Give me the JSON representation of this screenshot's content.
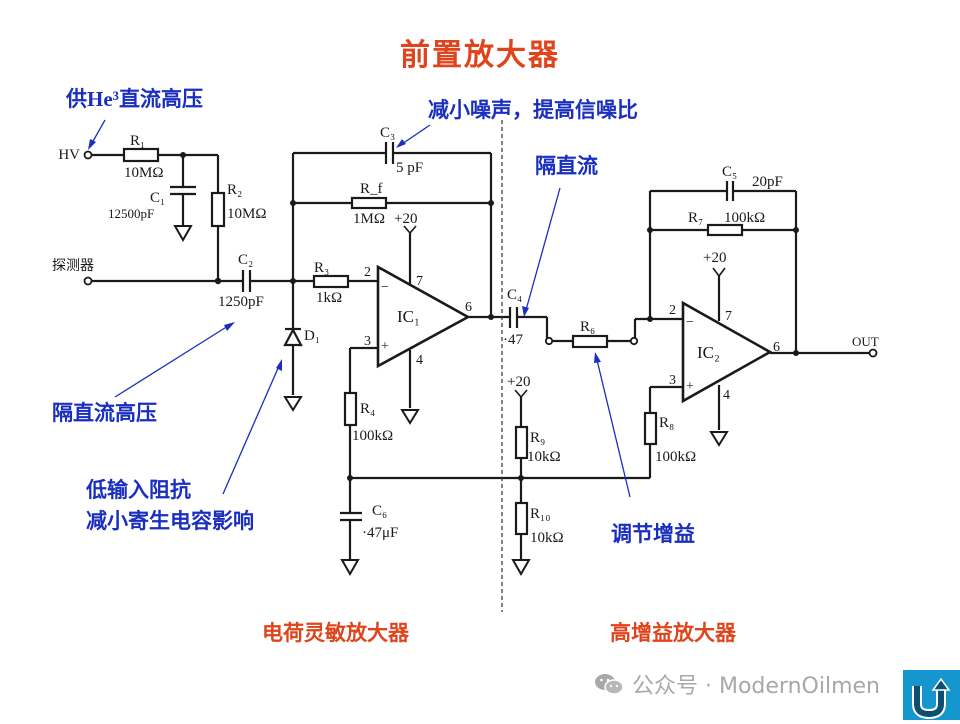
{
  "title": "前置放大器",
  "annotations": {
    "hv_supply_prefix": "供",
    "hv_supply_he": "He³",
    "hv_supply_suffix": "直流高压",
    "noise": "减小噪声，提高信噪比",
    "dc_block": "隔直流",
    "dc_block_hv": "隔直流高压",
    "low_input_1": "低输入阻抗",
    "low_input_2": "减小寄生电容影响",
    "gain_adjust": "调节增益"
  },
  "sections": {
    "left": "电荷灵敏放大器",
    "right": "高增益放大器"
  },
  "circuit": {
    "hv_label": "HV",
    "detector_label": "探测器",
    "out_label": "OUT",
    "components": {
      "R1": {
        "name": "R₁",
        "value": "10MΩ"
      },
      "R2": {
        "name": "R₂",
        "value": "10MΩ"
      },
      "C1": {
        "name": "C₁",
        "value": "12500pF"
      },
      "C2": {
        "name": "C₂",
        "value": "1250pF"
      },
      "C3": {
        "name": "C₃",
        "value": "5  pF"
      },
      "Rf": {
        "name": "R_f",
        "value": "1MΩ"
      },
      "R3": {
        "name": "R₃",
        "value": "1kΩ"
      },
      "D1": {
        "name": "D₁"
      },
      "R4": {
        "name": "R₄",
        "value": "100kΩ"
      },
      "C6": {
        "name": "C₆",
        "value": "·47μF"
      },
      "C4": {
        "name": "C₄",
        "value": "·47"
      },
      "R6": {
        "name": "R₆"
      },
      "C5": {
        "name": "C₅",
        "value": "20pF"
      },
      "R7": {
        "name": "R₇",
        "value": "100kΩ"
      },
      "R8": {
        "name": "R₈",
        "value": "100kΩ"
      },
      "R9": {
        "name": "R₉",
        "value": "10kΩ"
      },
      "R10": {
        "name": "R₁₀",
        "value": "10kΩ"
      }
    },
    "ic1": {
      "name": "IC₁",
      "pin_inv": "2",
      "pin_noninv": "3",
      "pin_out": "6",
      "pin_vplus": "7",
      "pin_vminus": "4",
      "minus": "−",
      "plus": "+"
    },
    "ic2": {
      "name": "IC₂",
      "pin_inv": "2",
      "pin_noninv": "3",
      "pin_out": "6",
      "pin_vplus": "7",
      "pin_vminus": "4",
      "minus": "−",
      "plus": "+"
    },
    "supply": {
      "ic1": "+20",
      "ic2": "+20",
      "bias": "+20"
    }
  },
  "watermark": {
    "text": "公众号 · ModernOilmen",
    "icon": "wechat-icon"
  },
  "corner_button": {
    "icon": "u-turn-arrow-icon"
  }
}
